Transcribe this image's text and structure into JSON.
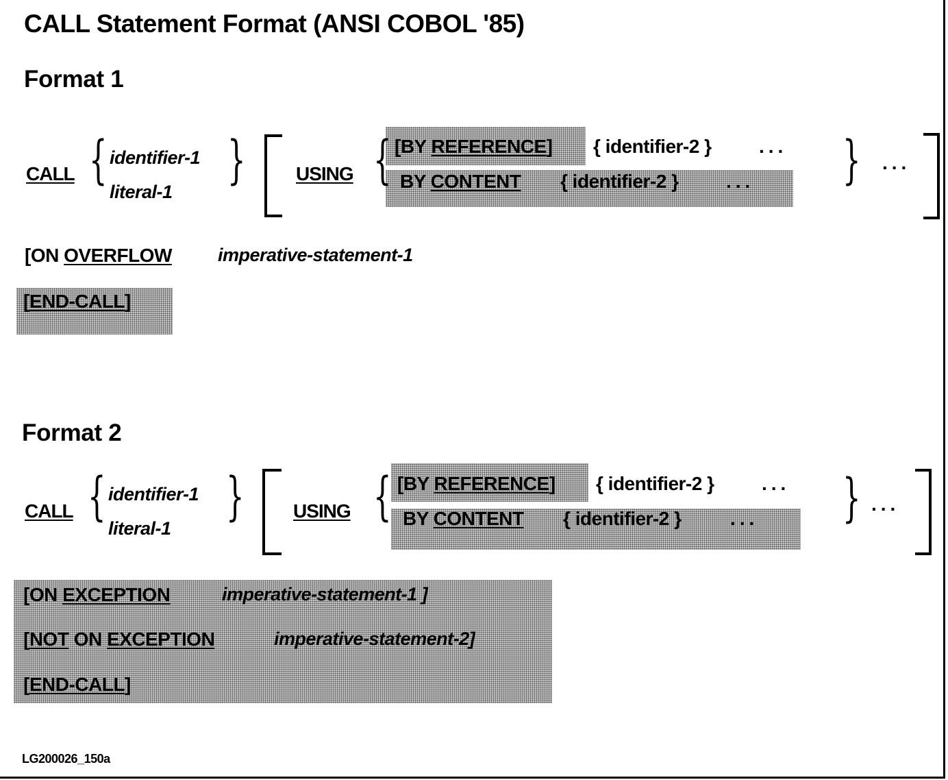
{
  "title": "CALL Statement Format (ANSI COBOL '85)",
  "formats": [
    {
      "heading": "Format 1",
      "call": "CALL",
      "operand1": "identifier-1",
      "operand2": "literal-1",
      "using": "USING",
      "by_ref_open": "[BY ",
      "by_ref_kw": "REFERENCE",
      "by_ref_close": "]",
      "by_ref_operand": "{ identifier-2 }",
      "by_ref_dots": "...",
      "by_content_prefix": "BY ",
      "by_content_kw": "CONTENT",
      "by_content_operand": "{ identifier-2 }",
      "by_content_dots": "...",
      "outer_dots": "...",
      "line1_prefix": "[ON ",
      "line1_kw": "OVERFLOW",
      "line1_operand": "imperative-statement-1",
      "line2_open": "[",
      "line2_kw": "END-CALL",
      "line2_close": "]"
    },
    {
      "heading": "Format 2",
      "call": "CALL",
      "operand1": "identifier-1",
      "operand2": "literal-1",
      "using": "USING",
      "by_ref_open": "[BY ",
      "by_ref_kw": "REFERENCE",
      "by_ref_close": "]",
      "by_ref_operand": "{ identifier-2 }",
      "by_ref_dots": "...",
      "by_content_prefix": "BY ",
      "by_content_kw": "CONTENT",
      "by_content_operand": "{ identifier-2 }",
      "by_content_dots": "...",
      "outer_dots": "...",
      "exc_prefix": "[ON ",
      "exc_kw": "EXCEPTION",
      "exc_operand": "imperative-statement-1 ]",
      "notexc_open": "[",
      "notexc_kw1": "NOT",
      "notexc_mid": " ON ",
      "notexc_kw2": "EXCEPTION",
      "notexc_operand": "imperative-statement-2]",
      "end_open": "[",
      "end_kw": "END-CALL",
      "end_close": "]"
    }
  ],
  "figure_id": "LG200026_150a"
}
